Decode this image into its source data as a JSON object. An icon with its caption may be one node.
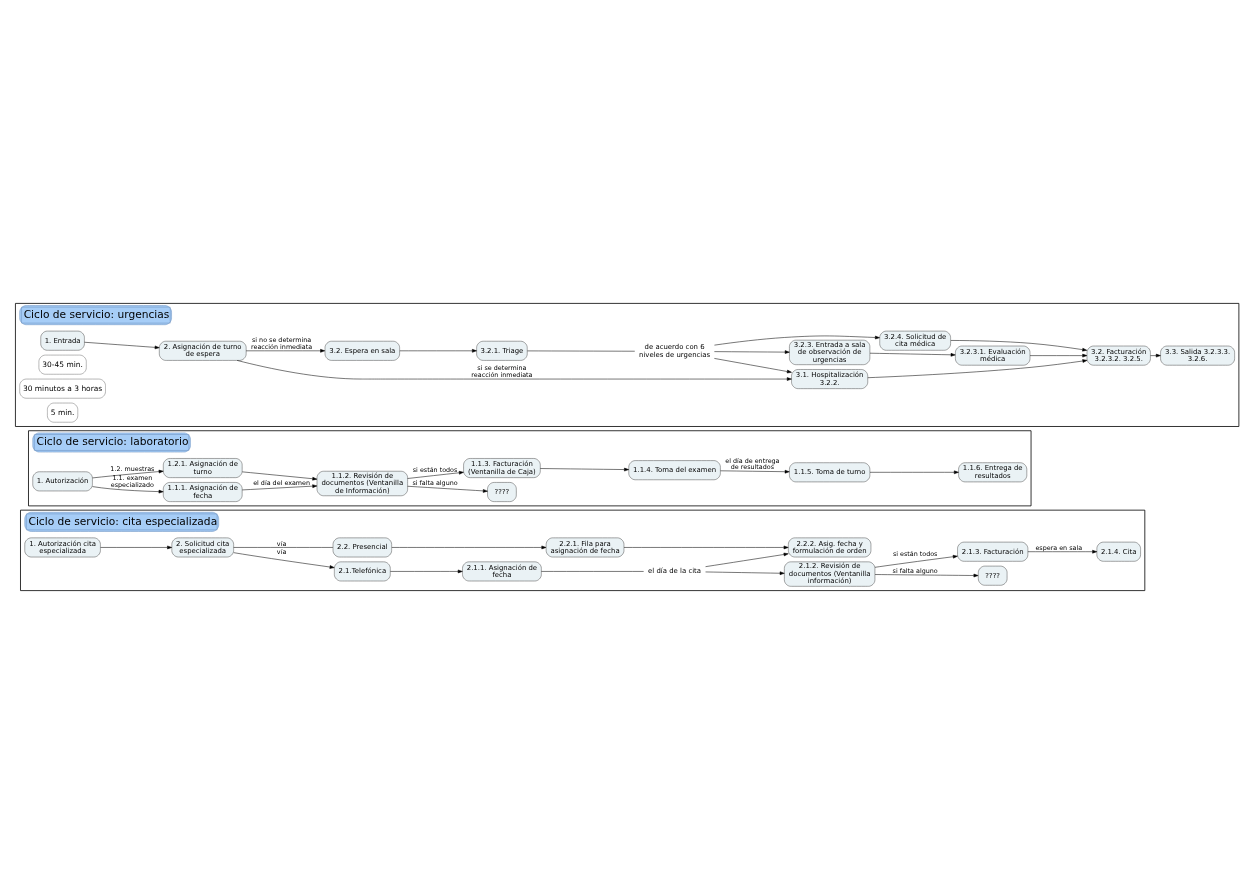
{
  "diagram": {
    "nodes": [
      {
        "text": [
          "Ciclo de servicio: cita especializada"
        ]
      },
      {
        "text": [
          "1. Autorización cita especializada"
        ],
        "in": 0
      },
      {
        "text": [
          "2. Solicitud cita especializada"
        ],
        "in": 0
      },
      {
        "text": [
          "2.1.Telefónica"
        ],
        "in": 0
      },
      {
        "text": [
          "2.1.1. Asignación de fecha"
        ],
        "in": 0
      },
      {
        "text": [
          "el día de la cita"
        ],
        "in": 0
      },
      {
        "text": [
          "2.1.2. Revisión de documentos (Ventanilla información)"
        ],
        "in": 0
      },
      {
        "text": [
          "????"
        ],
        "in": 0
      },
      {
        "text": [
          "2.1.3. Facturación"
        ],
        "in": 0
      },
      {
        "text": [
          "2.1.4. Cita"
        ],
        "in": 0
      },
      {
        "text": [
          "2.2. Presencial"
        ],
        "in": 0
      },
      {
        "text": [
          "2.2.1. Fila para asignación de fecha"
        ],
        "in": 0
      },
      {
        "text": [
          "2.2.2. Asig. fecha y formulación de orden"
        ],
        "in": 0
      },
      {
        "text": [
          "Ciclo de servicio: laboratorio"
        ]
      },
      {
        "text": [
          "1. Autorización"
        ],
        "in": 13
      },
      {
        "text": [
          "1.1.1. Asignación de fecha"
        ],
        "in": 13
      },
      {
        "text": [
          "1.1.2. Revisión de documentos (Ventanilla de Información)"
        ],
        "in": 13
      },
      {
        "text": [
          "????"
        ],
        "in": 13
      },
      {
        "text": [
          "1.1.3. Facturación (Ventanilla de Caja)"
        ],
        "in": 13
      },
      {
        "text": [
          "1.1.4. Toma del examen"
        ],
        "in": 13
      },
      {
        "text": [
          "1.1.5. Toma de turno"
        ],
        "in": 13
      },
      {
        "text": [
          "1.1.6. Entrega de resultados"
        ],
        "in": 13
      },
      {
        "text": [
          "1.2.1. Asignación de turno"
        ],
        "in": 13
      },
      {
        "text": [
          "Ciclo de servicio: urgencias"
        ]
      },
      {
        "text": [
          "1. Entrada"
        ],
        "in": 23
      },
      {
        "text": [
          "2. Asignación de turno de espera"
        ],
        "in": 23
      },
      {
        "text": [
          "3.1. Hospitalización 3.2.2."
        ],
        "in": 23
      },
      {
        "text": [
          "3.2.3. Entrada a sala de observación de urgencias"
        ],
        "in": 23
      },
      {
        "text": [
          "3.2.3.1. Evaluación médica"
        ],
        "in": 23
      },
      {
        "text": [
          "3.2. Facturación 3.2.3.2. 3.2.5."
        ],
        "in": 23
      },
      {
        "text": [
          "3.3. Salida 3.2.3.3. 3.2.6."
        ],
        "in": 23
      },
      {
        "text": [
          "30-45 min."
        ],
        "in": 23
      },
      {
        "text": [
          "3.2. Espera en sala"
        ],
        "in": 23
      },
      {
        "text": [
          "3.2.1. Triage"
        ],
        "in": 23
      },
      {
        "text": [
          "de acuerdo con 6 niveles de urgencias"
        ],
        "in": 23
      },
      {
        "text": [
          "3.2.4. Solicitud de cita médica"
        ],
        "in": 23
      },
      {
        "text": [
          "30 minutos a 3 horas"
        ],
        "in": 23
      },
      {
        "text": [
          "5 min."
        ],
        "in": 23
      }
    ],
    "edges": [
      {
        "from": 1,
        "to": 2,
        "arrow": "to"
      },
      {
        "from": 2,
        "to": 3,
        "arrow": "to",
        "label": "vía"
      },
      {
        "from": 2,
        "to": 10,
        "arrow": "none",
        "label": "vía"
      },
      {
        "from": 3,
        "to": 4,
        "arrow": "to"
      },
      {
        "from": 4,
        "to": 5,
        "arrow": "none"
      },
      {
        "from": 5,
        "to": 6,
        "arrow": "to"
      },
      {
        "from": 5,
        "to": 12,
        "arrow": "to"
      },
      {
        "from": 6,
        "to": 7,
        "arrow": "to",
        "label": "si falta alguno"
      },
      {
        "from": 6,
        "to": 8,
        "arrow": "to",
        "label": "si están todos"
      },
      {
        "from": 8,
        "to": 9,
        "arrow": "to",
        "label": "espera en sala"
      },
      {
        "from": 10,
        "to": 11,
        "arrow": "to"
      },
      {
        "from": 11,
        "to": 12,
        "arrow": "to"
      },
      {
        "from": 14,
        "to": 15,
        "arrow": "to",
        "label": "1.1. examen especializado"
      },
      {
        "from": 14,
        "to": 22,
        "arrow": "to",
        "label": "1.2. muestras"
      },
      {
        "from": 15,
        "to": 16,
        "arrow": "to",
        "label": "el día del examen"
      },
      {
        "from": 16,
        "to": 17,
        "arrow": "to",
        "label": "si falta alguno"
      },
      {
        "from": 16,
        "to": 18,
        "arrow": "to",
        "label": "si están todos"
      },
      {
        "from": 18,
        "to": 19,
        "arrow": "to"
      },
      {
        "from": 19,
        "to": 20,
        "arrow": "to",
        "label": "el día de entrega de resultados"
      },
      {
        "from": 20,
        "to": 21,
        "arrow": "to"
      },
      {
        "from": 22,
        "to": 16,
        "arrow": "to"
      },
      {
        "from": 24,
        "to": 25,
        "arrow": "to"
      },
      {
        "from": 25,
        "to": 26,
        "arrow": "to",
        "label": "si se determina reacción inmediata"
      },
      {
        "from": 25,
        "to": 32,
        "arrow": "to",
        "label": "si no se determina reacción inmediata"
      },
      {
        "from": 32,
        "to": 33,
        "arrow": "to"
      },
      {
        "from": 33,
        "to": 34,
        "arrow": "none"
      },
      {
        "from": 34,
        "to": 26,
        "arrow": "to"
      },
      {
        "from": 34,
        "to": 27,
        "arrow": "to"
      },
      {
        "from": 34,
        "to": 35,
        "arrow": "to"
      },
      {
        "from": 27,
        "to": 28,
        "arrow": "to"
      },
      {
        "from": 28,
        "to": 29,
        "arrow": "to"
      },
      {
        "from": 26,
        "to": 29,
        "arrow": "to"
      },
      {
        "from": 35,
        "to": 29,
        "arrow": "to"
      },
      {
        "from": 29,
        "to": 30,
        "arrow": "to"
      }
    ]
  }
}
